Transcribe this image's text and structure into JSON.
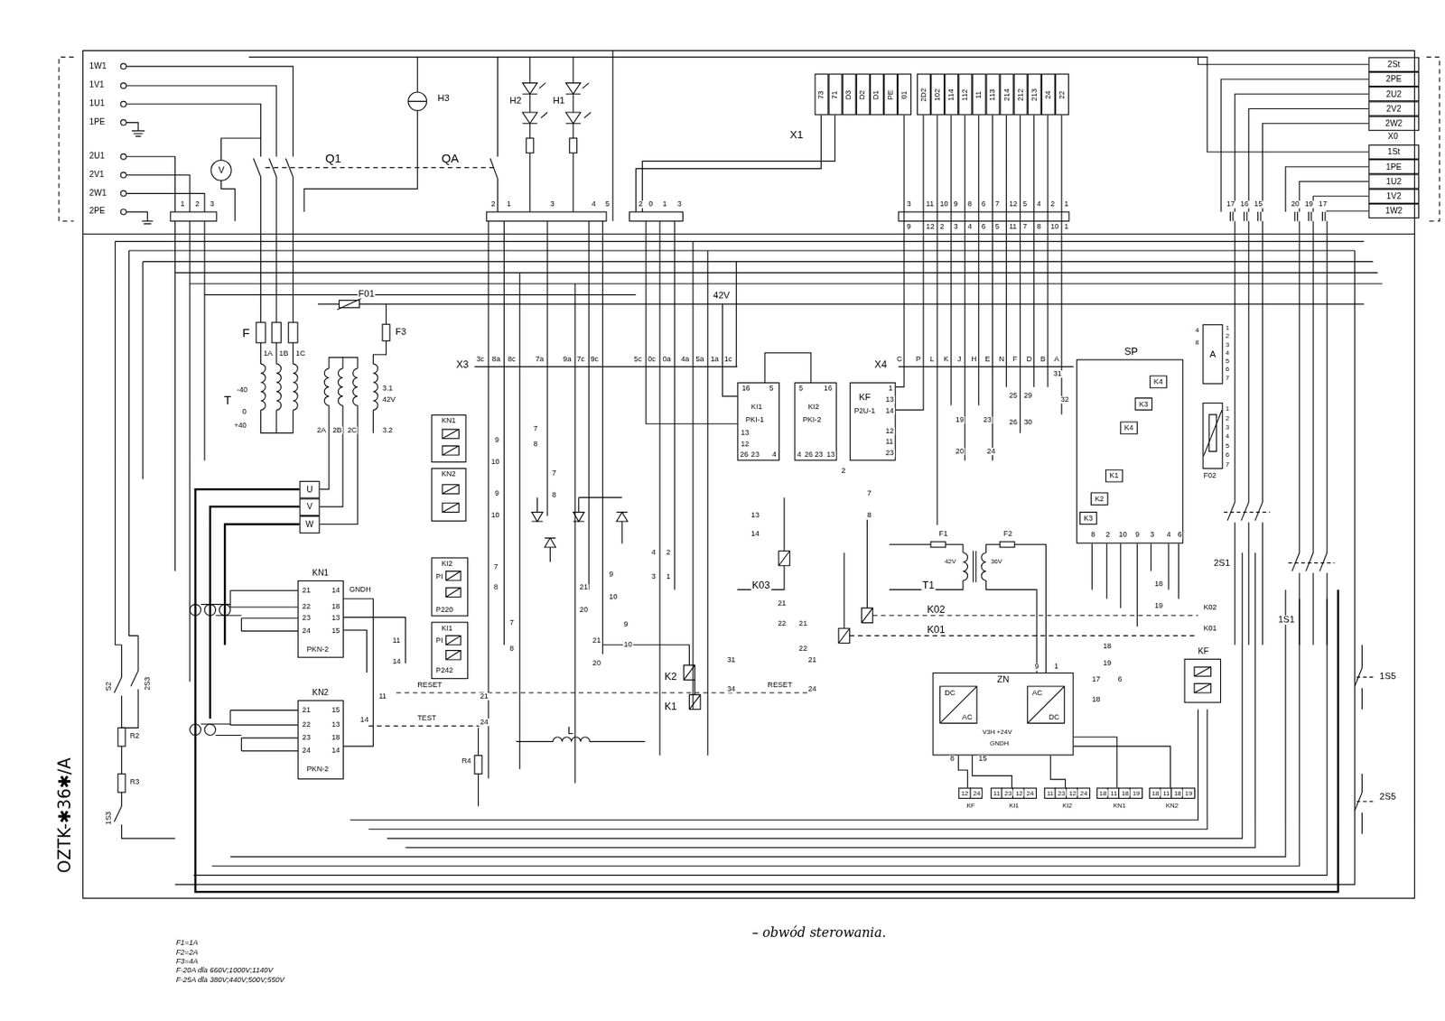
{
  "diagram": {
    "nodes": [
      {
        "text": [
          "73"
        ]
      },
      {
        "text": [
          "71"
        ]
      },
      {
        "text": [
          "D3"
        ]
      },
      {
        "text": [
          "D2"
        ]
      },
      {
        "text": [
          "D1"
        ]
      },
      {
        "text": [
          "PE"
        ]
      },
      {
        "text": [
          "01"
        ]
      },
      {
        "text": [
          "2D2"
        ]
      },
      {
        "text": [
          "102"
        ]
      },
      {
        "text": [
          "114"
        ]
      },
      {
        "text": [
          "112"
        ]
      },
      {
        "text": [
          "11"
        ]
      },
      {
        "text": [
          "113"
        ]
      },
      {
        "text": [
          "214"
        ]
      },
      {
        "text": [
          "212"
        ]
      },
      {
        "text": [
          "213"
        ]
      },
      {
        "text": [
          "24"
        ]
      },
      {
        "text": [
          "22"
        ]
      },
      {
        "text": [
          "2St"
        ]
      },
      {
        "text": [
          "2PE"
        ]
      },
      {
        "text": [
          "2U2"
        ]
      },
      {
        "text": [
          "2V2"
        ]
      },
      {
        "text": [
          "2W2"
        ]
      },
      {
        "text": [
          "1St"
        ]
      },
      {
        "text": [
          "1PE"
        ]
      },
      {
        "text": [
          "1U2"
        ]
      },
      {
        "text": [
          "1V2"
        ]
      },
      {
        "text": [
          "1W2"
        ]
      },
      {
        "text": [
          "A"
        ]
      },
      {
        "text": [
          "KN1"
        ]
      },
      {
        "text": [
          "KN2"
        ]
      },
      {
        "text": [
          "KI1",
          "PKI-1",
          "16",
          "5",
          "13",
          "12",
          "26",
          "23",
          "4"
        ]
      },
      {
        "text": [
          "KI2",
          "PKI-2",
          "5",
          "16",
          "4",
          "26",
          "23",
          "13"
        ]
      },
      {
        "text": [
          "KF",
          "P2U-1",
          "1",
          "13",
          "14",
          "12",
          "11",
          "23"
        ]
      },
      {
        "text": [
          "SP",
          "K4",
          "K3",
          "K4",
          "K1",
          "K2",
          "K3",
          "8",
          "2",
          "10",
          "9",
          "3",
          "4",
          "6"
        ]
      },
      {
        "text": [
          "F02"
        ]
      },
      {
        "text": [
          "U"
        ]
      },
      {
        "text": [
          "V"
        ]
      },
      {
        "text": [
          "W"
        ]
      },
      {
        "text": [
          "KI2",
          "PI",
          "P220"
        ]
      },
      {
        "text": [
          "KI1",
          "PI",
          "P242"
        ]
      },
      {
        "text": [
          "KN1",
          "21",
          "22",
          "23",
          "24",
          "14",
          "18",
          "13",
          "15",
          "PKN-2"
        ]
      },
      {
        "text": [
          "ZN",
          "DC",
          "AC",
          "AC",
          "DC",
          "V3H +24V",
          "GNDH"
        ]
      },
      {
        "text": [
          "KF"
        ]
      },
      {
        "text": [
          "KN2",
          "21",
          "22",
          "23",
          "24",
          "15",
          "13",
          "18",
          "14",
          "PKN-2"
        ]
      },
      {
        "text": [
          "12",
          "24",
          "KF"
        ]
      },
      {
        "text": [
          "11",
          "23",
          "12",
          "24",
          "KI1"
        ]
      },
      {
        "text": [
          "11",
          "23",
          "12",
          "24",
          "KI2"
        ]
      },
      {
        "text": [
          "18",
          "11",
          "18",
          "19",
          "KN1"
        ]
      },
      {
        "text": [
          "18",
          "11",
          "18",
          "19",
          "KN2"
        ]
      }
    ],
    "edges": [
      {
        "from": 42,
        "to": 45,
        "arrow": "none"
      },
      {
        "from": 42,
        "to": 46,
        "arrow": "none"
      },
      {
        "from": 42,
        "to": 47,
        "arrow": "none"
      },
      {
        "from": 42,
        "to": 48,
        "arrow": "none"
      },
      {
        "from": 42,
        "to": 49,
        "arrow": "none"
      },
      {
        "from": 41,
        "to": 44,
        "arrow": "none"
      },
      {
        "from": 31,
        "to": 32,
        "arrow": "none"
      }
    ],
    "labels": [
      "1W1",
      "1V1",
      "1U1",
      "1PE",
      "2U1",
      "2V1",
      "2W1",
      "2PE",
      "Q1",
      "QA",
      "H3",
      "H2",
      "H1",
      "X1",
      "X0",
      "X3",
      "X4",
      "F01",
      "F3",
      "F",
      "1A",
      "1B",
      "1C",
      "T",
      "-40",
      "0",
      "+40",
      "2A",
      "2B",
      "2C",
      "3.1",
      "42V",
      "3.2",
      "42V",
      "V",
      "F1",
      "F2",
      "T1",
      "42V",
      "36V",
      "K03",
      "K02",
      "K01",
      "K2",
      "K1",
      "RESET",
      "TEST",
      "RESET",
      "L",
      "R4",
      "R2",
      "R3",
      "S2",
      "2S3",
      "1S3",
      "2S1",
      "1S1",
      "1S5",
      "2S5",
      "K02",
      "K01",
      "OZTK-✱36✱/A",
      "– obwód sterowania.",
      "F1=1A",
      "F2=2A",
      "F3=4A",
      "F-20A dla 660V;1000V;1140V",
      "F-25A dla 380V;440V;500V;550V",
      "3c",
      "8a",
      "8c",
      "7a",
      "9a",
      "7c",
      "9c",
      "5c",
      "0c",
      "0a",
      "4a",
      "5a",
      "1a",
      "1c",
      "C",
      "P",
      "L",
      "K",
      "J",
      "H",
      "E",
      "N",
      "F",
      "D",
      "B",
      "A",
      "3",
      "11",
      "10",
      "9",
      "8",
      "6",
      "7",
      "12",
      "5",
      "4",
      "2",
      "1",
      "9",
      "12",
      "2",
      "3",
      "4",
      "6",
      "5",
      "11",
      "7",
      "8",
      "10",
      "1",
      "1",
      "2",
      "3",
      "2",
      "1",
      "3",
      "4",
      "5",
      "2",
      "0",
      "1",
      "3",
      "17",
      "16",
      "15",
      "20",
      "19",
      "17",
      "4",
      "8",
      "1",
      "2",
      "3",
      "4",
      "5",
      "6",
      "7",
      "1",
      "2",
      "3",
      "4",
      "5",
      "6",
      "7",
      "7",
      "8",
      "9",
      "10",
      "7",
      "8",
      "9",
      "10",
      "7",
      "8",
      "7",
      "8",
      "21",
      "20",
      "9",
      "10",
      "21",
      "20",
      "9",
      "10",
      "4",
      "2",
      "3",
      "1",
      "13",
      "14",
      "21",
      "22",
      "21",
      "22",
      "2",
      "7",
      "8",
      "31",
      "34",
      "21",
      "24",
      "21",
      "24",
      "11",
      "14",
      "11",
      "14",
      "19",
      "20",
      "23",
      "24",
      "25",
      "29",
      "26",
      "30",
      "31",
      "32",
      "18",
      "19",
      "18",
      "19",
      "17",
      "18",
      "6",
      "8",
      "15",
      "9",
      "1",
      "GNDH"
    ]
  }
}
